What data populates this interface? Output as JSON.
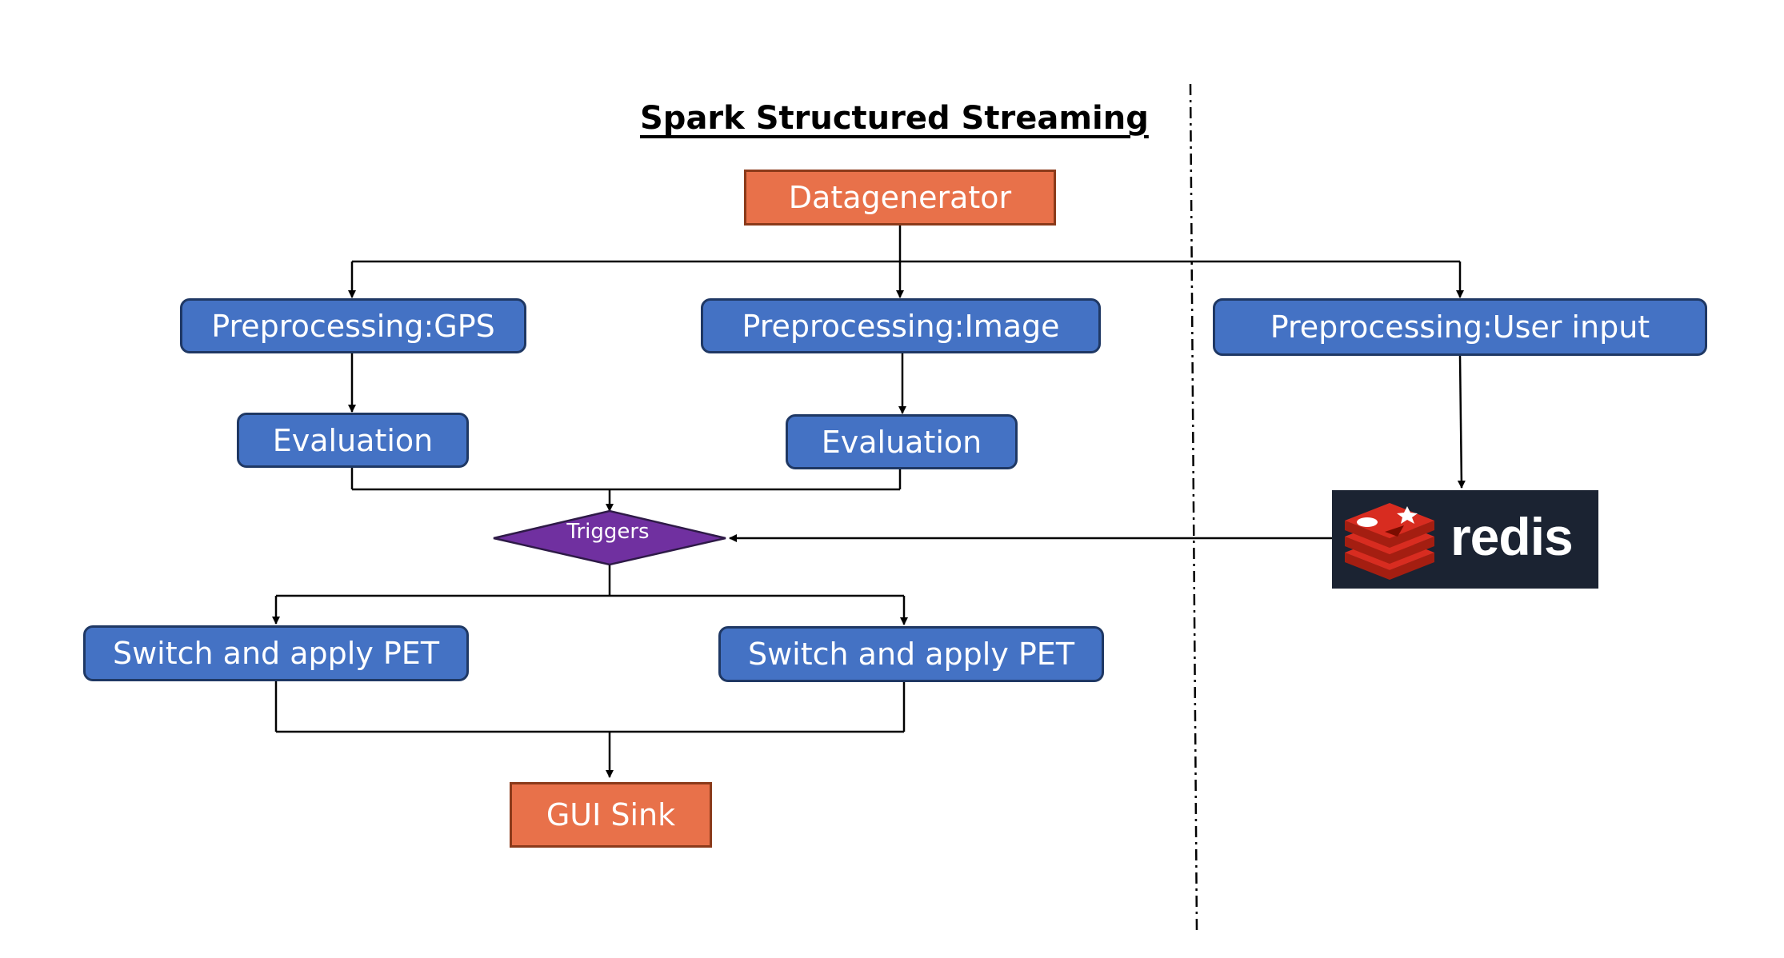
{
  "title": "Spark Structured Streaming",
  "nodes": {
    "datagenerator": "Datagenerator",
    "preprocessing_gps": "Preprocessing:GPS",
    "preprocessing_image": "Preprocessing:Image",
    "preprocessing_user_input": "Preprocessing:User input",
    "evaluation_gps": "Evaluation",
    "evaluation_image": "Evaluation",
    "triggers": "Triggers",
    "switch_left": "Switch and apply PET",
    "switch_right": "Switch and apply PET",
    "gui_sink": "GUI Sink"
  },
  "redis": {
    "wordmark": "redis"
  },
  "colors": {
    "process_fill": "#4472c4",
    "process_border": "#1f3864",
    "terminal_fill": "#e8714a",
    "terminal_border": "#8b3a1a",
    "decision_fill": "#7030a0",
    "decision_border": "#2e1a47",
    "redis_background": "#1b2332",
    "redis_red": "#d82c20"
  }
}
